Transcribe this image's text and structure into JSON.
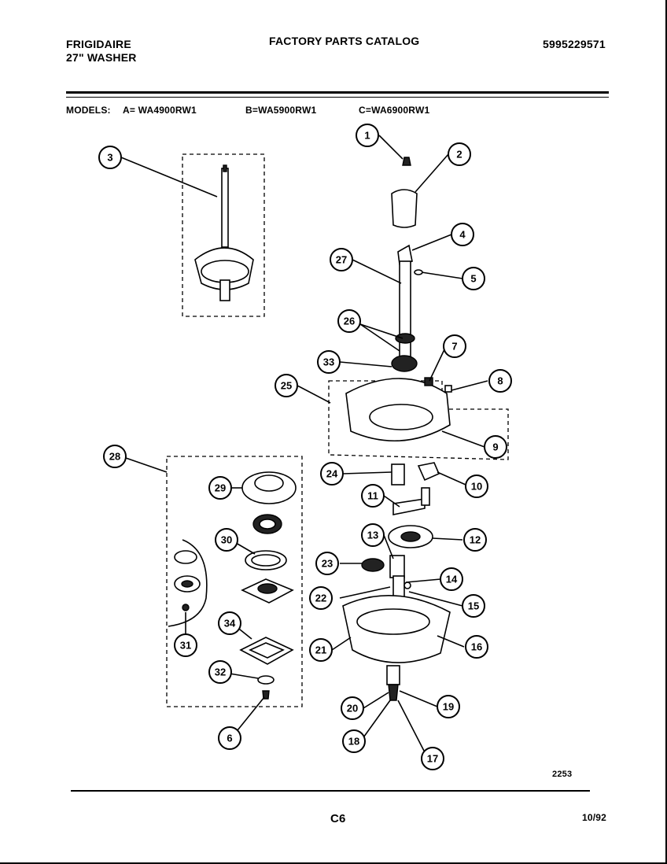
{
  "header": {
    "brand": "FRIGIDAIRE",
    "product": "27\" WASHER",
    "catalog_title": "FACTORY PARTS CATALOG",
    "part_number": "5995229571"
  },
  "models": {
    "label": "MODELS:",
    "a": "A= WA4900RW1",
    "b": "B=WA5900RW1",
    "c": "C=WA6900RW1"
  },
  "diagram": {
    "drawing_number": "2253",
    "callouts": [
      "1",
      "2",
      "3",
      "4",
      "5",
      "6",
      "7",
      "8",
      "9",
      "10",
      "11",
      "12",
      "13",
      "14",
      "15",
      "16",
      "17",
      "18",
      "19",
      "20",
      "21",
      "22",
      "23",
      "24",
      "25",
      "26",
      "27",
      "28",
      "29",
      "30",
      "31",
      "32",
      "33",
      "34"
    ]
  },
  "footer": {
    "page": "C6",
    "date": "10/92"
  }
}
